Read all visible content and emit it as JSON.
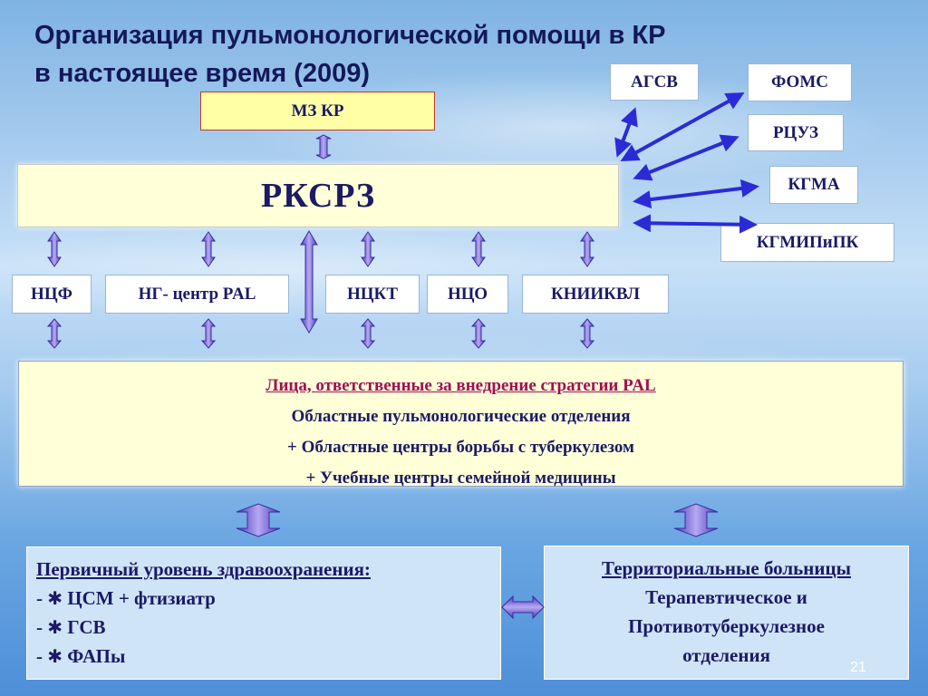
{
  "title": {
    "line1": "Организация пульмонологической помощи в КР",
    "line2": "в настоящее время (2009)"
  },
  "boxes": {
    "mz": "МЗ КР",
    "rksrz": "РКСРЗ",
    "agsv": "АГСВ",
    "foms": "ФОМС",
    "rcuz": "РЦУЗ",
    "kgma": "КГМА",
    "kgmipipk": "КГМИПиПК",
    "ncf": "НЦФ",
    "ng_center": "НГ- центр PAL",
    "nckt": "НЦКТ",
    "nco": "НЦО",
    "kniikvl": "КНИИКВЛ"
  },
  "responsible": {
    "head": "Лица, ответственные за внедрение стратегии  PAL",
    "line1": "Областные пульмонологические отделения",
    "line2": "+ Областные центры борьбы с туберкулезом",
    "line3": "+ Учебные центры семейной медицины"
  },
  "primary": {
    "head": "Первичный уровень здравоохранения:",
    "items": [
      "ЦСМ + фтизиатр",
      "ГСВ",
      "ФАПы"
    ],
    "dash": "- "
  },
  "hospitals": {
    "head": "Территориальные больницы",
    "line1": "Терапевтическое  и",
    "line2": "Противотуберкулезное",
    "line3": "отделения"
  },
  "page_number": "21",
  "colors": {
    "title": "#14185a",
    "text": "#1a1a66",
    "highlight_head": "#a00f55",
    "arrow_fill": "#7d5fd6",
    "arrow_blue": "#2b2bd6"
  },
  "icons": {
    "bullet": "asterisk-icon"
  }
}
